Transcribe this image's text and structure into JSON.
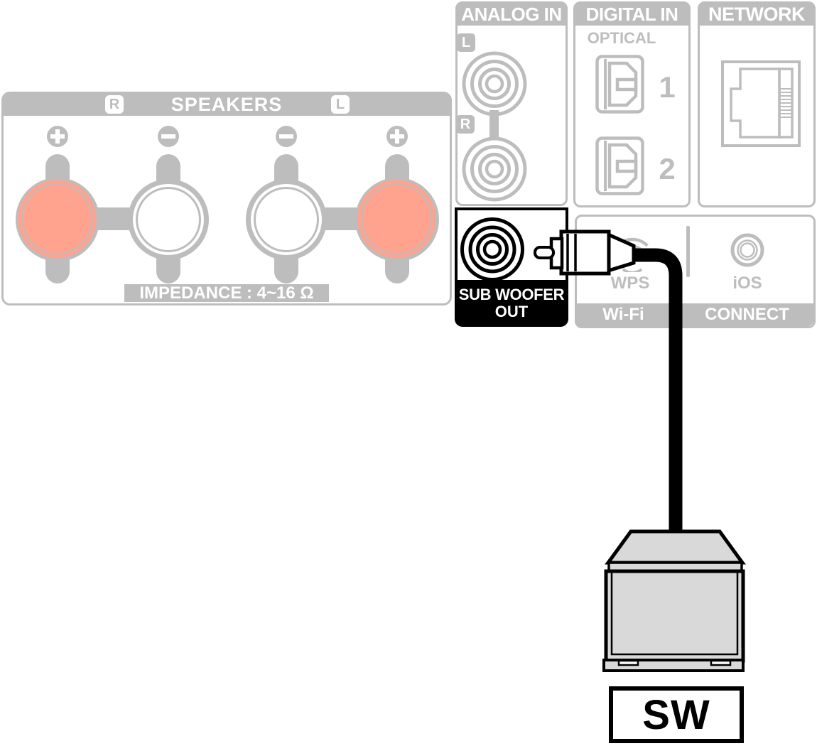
{
  "colors": {
    "panel_gray": "#bdbdbd",
    "terminal_salmon": "#ffa38e",
    "highlight_black": "#000000",
    "subwoofer_fill": "#d9d9d9"
  },
  "panels": {
    "speakers": {
      "title": "SPEAKERS",
      "badge_right": "R",
      "badge_left": "L",
      "impedance": "IMPEDANCE : 4~16 Ω",
      "terminals": [
        {
          "polarity": "+",
          "color": "salmon"
        },
        {
          "polarity": "−",
          "color": "white"
        },
        {
          "polarity": "−",
          "color": "white"
        },
        {
          "polarity": "+",
          "color": "salmon"
        }
      ]
    },
    "analog_in": {
      "title": "ANALOG IN",
      "badge_left": "L",
      "badge_right": "R"
    },
    "digital_in": {
      "title": "DIGITAL IN",
      "optical_label": "OPTICAL",
      "port1": "1",
      "port2": "2"
    },
    "network": {
      "title": "NETWORK"
    },
    "sub_woofer_out": {
      "line1": "SUB WOOFER",
      "line2": "OUT"
    },
    "wifi": {
      "wps": "WPS",
      "wifi_bar": "Wi-Fi",
      "ios": "iOS",
      "connect_bar": "CONNECT"
    }
  },
  "subwoofer": {
    "label": "SW"
  }
}
